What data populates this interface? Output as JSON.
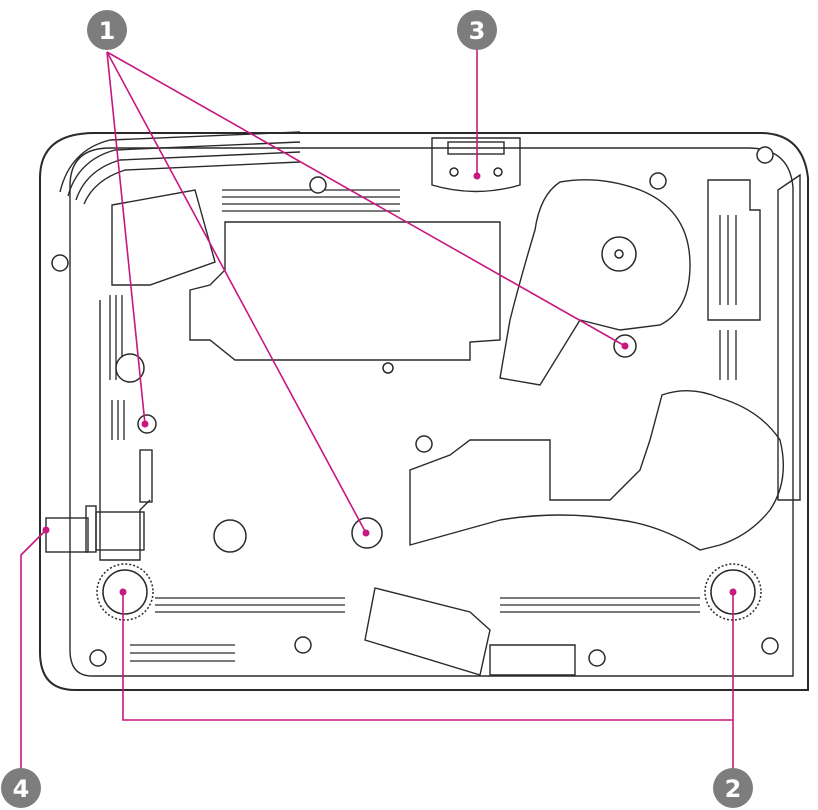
{
  "callouts": [
    {
      "id": "1",
      "label": "1"
    },
    {
      "id": "2",
      "label": "2"
    },
    {
      "id": "3",
      "label": "3"
    },
    {
      "id": "4",
      "label": "4"
    }
  ],
  "colors": {
    "callout": "#c8177f",
    "badge": "#7d7d7d",
    "outline": "#2a2a2a"
  }
}
